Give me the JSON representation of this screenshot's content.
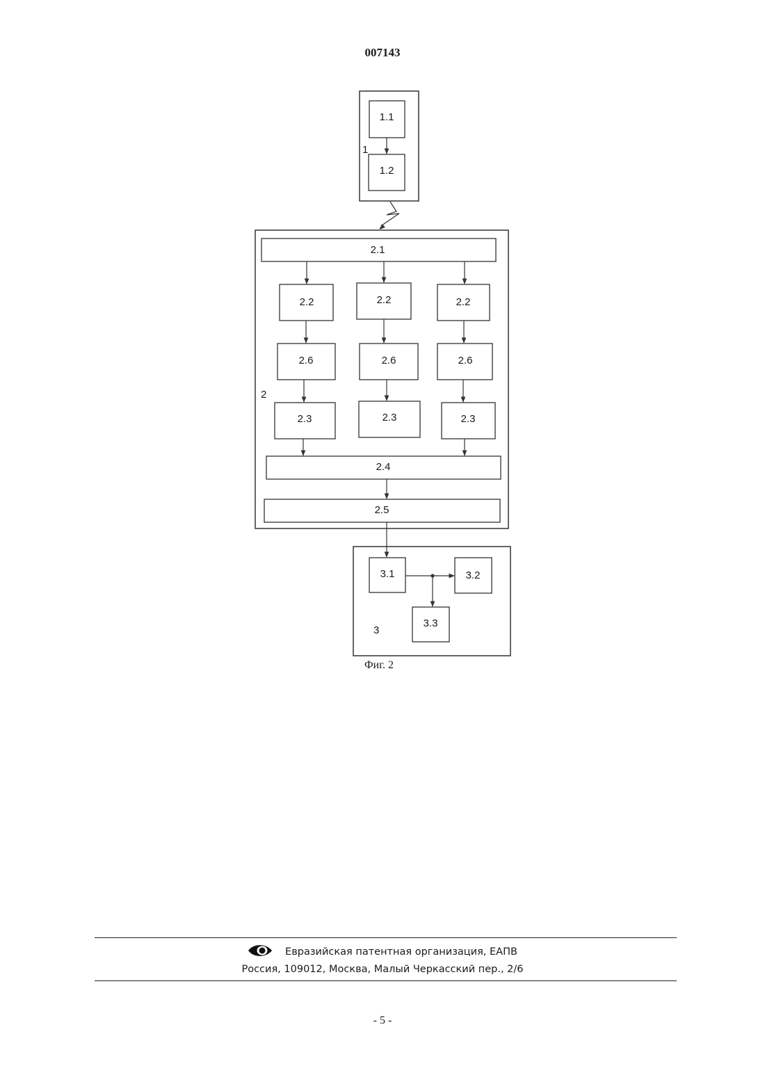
{
  "header": {
    "doc_number": "007143"
  },
  "diagram": {
    "blocks": {
      "b1_1": "1.1",
      "b1_2": "1.2",
      "label1": "1",
      "b2_1": "2.1",
      "b2_2a": "2.2",
      "b2_2b": "2.2",
      "b2_2c": "2.2",
      "b2_6a": "2.6",
      "b2_6b": "2.6",
      "b2_6c": "2.6",
      "b2_3a": "2.3",
      "b2_3b": "2.3",
      "b2_3c": "2.3",
      "b2_4": "2.4",
      "b2_5": "2.5",
      "label2": "2",
      "b3_1": "3.1",
      "b3_2": "3.2",
      "b3_3": "3.3",
      "label3": "3"
    },
    "caption": "Фиг. 2"
  },
  "footer": {
    "organization": "Евразийская патентная организация, ЕАПВ",
    "address": "Россия, 109012, Москва, Малый Черкасский пер., 2/6",
    "logo_icon": "eapo-logo-icon"
  },
  "page": {
    "number": "- 5 -"
  }
}
